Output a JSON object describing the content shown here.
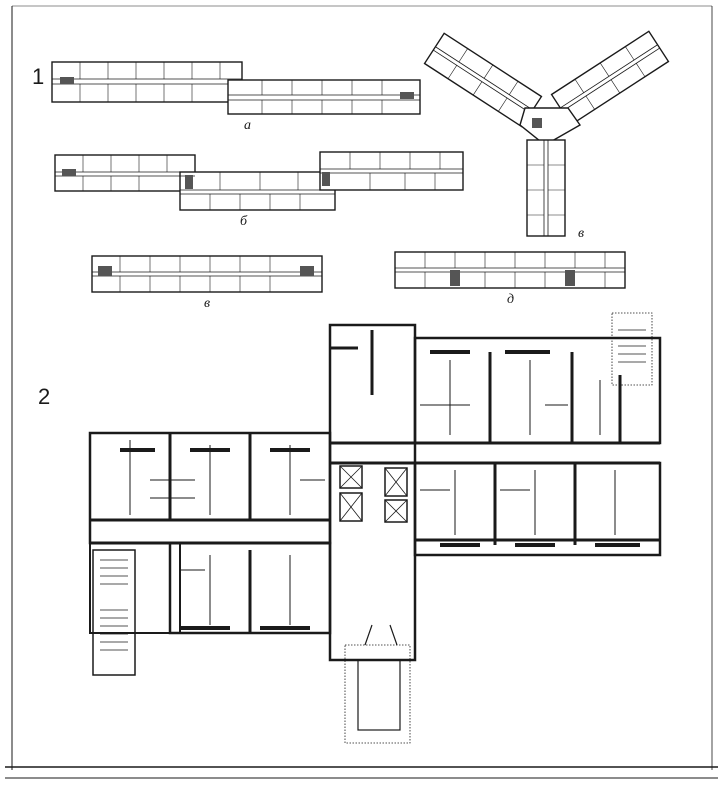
{
  "figure": {
    "part_numbers": [
      "1",
      "2"
    ],
    "captions": {
      "a": "а",
      "b": "б",
      "v_upper": "в",
      "v_lower": "в",
      "d": "д"
    }
  },
  "colors": {
    "ink": "#1a1a1a",
    "paper": "#ffffff",
    "hatch": "#555555"
  }
}
